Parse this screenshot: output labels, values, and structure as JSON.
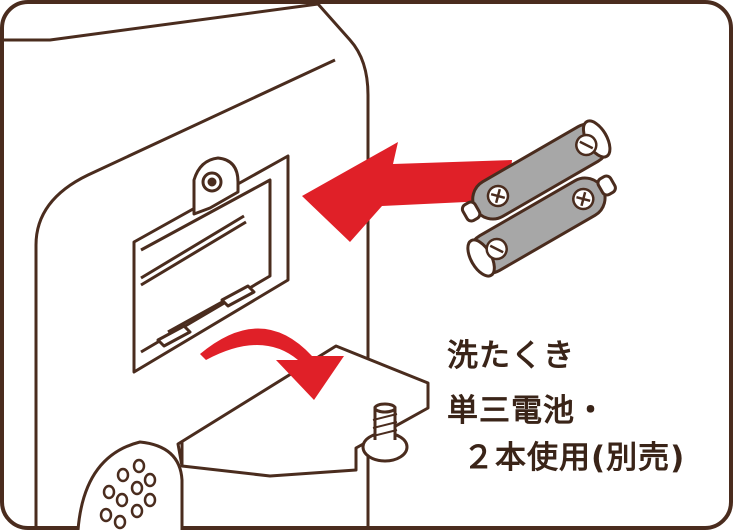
{
  "caption": {
    "line1": "洗たくき",
    "line2": "単三電池・",
    "line3": "２本使用(別売)"
  },
  "colors": {
    "outline": "#4a2c1e",
    "arrow": "#e02028",
    "battery_fill": "#a7a7a7",
    "background": "#ffffff"
  },
  "icons": [
    "battery-icon",
    "insert-arrow-icon",
    "open-cover-arrow-icon",
    "screw-icon",
    "speaker-grille-icon"
  ]
}
